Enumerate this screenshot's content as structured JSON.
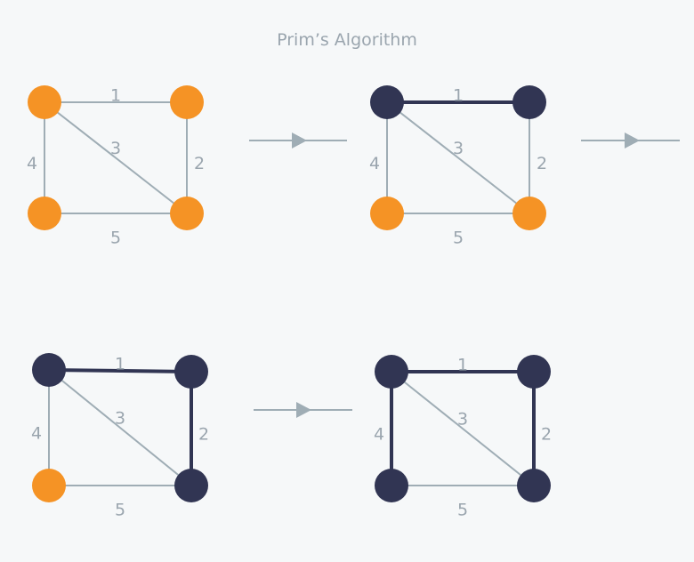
{
  "title": "Prim’s Algorithm",
  "colors": {
    "background": "#f6f8f9",
    "unvisited_node": "#f59325",
    "visited_node": "#313553",
    "edge": "#9fadb5",
    "selected_edge": "#313553",
    "label": "#9aa5ae",
    "arrow": "#9fadb5"
  },
  "graph": {
    "nodes": [
      "A",
      "B",
      "C",
      "D"
    ],
    "edges": [
      {
        "id": "ab",
        "from": "A",
        "to": "B",
        "weight": "1"
      },
      {
        "id": "bd",
        "from": "B",
        "to": "D",
        "weight": "2"
      },
      {
        "id": "ad",
        "from": "A",
        "to": "D",
        "weight": "3"
      },
      {
        "id": "ac",
        "from": "A",
        "to": "C",
        "weight": "4"
      },
      {
        "id": "cd",
        "from": "C",
        "to": "D",
        "weight": "5"
      }
    ]
  },
  "steps": [
    {
      "visited": [],
      "mst_edges": []
    },
    {
      "visited": [
        "A",
        "B"
      ],
      "mst_edges": [
        "ab"
      ]
    },
    {
      "visited": [
        "A",
        "B",
        "D"
      ],
      "mst_edges": [
        "ab",
        "bd"
      ]
    },
    {
      "visited": [
        "A",
        "B",
        "C",
        "D"
      ],
      "mst_edges": [
        "ab",
        "bd",
        "ac"
      ]
    }
  ]
}
